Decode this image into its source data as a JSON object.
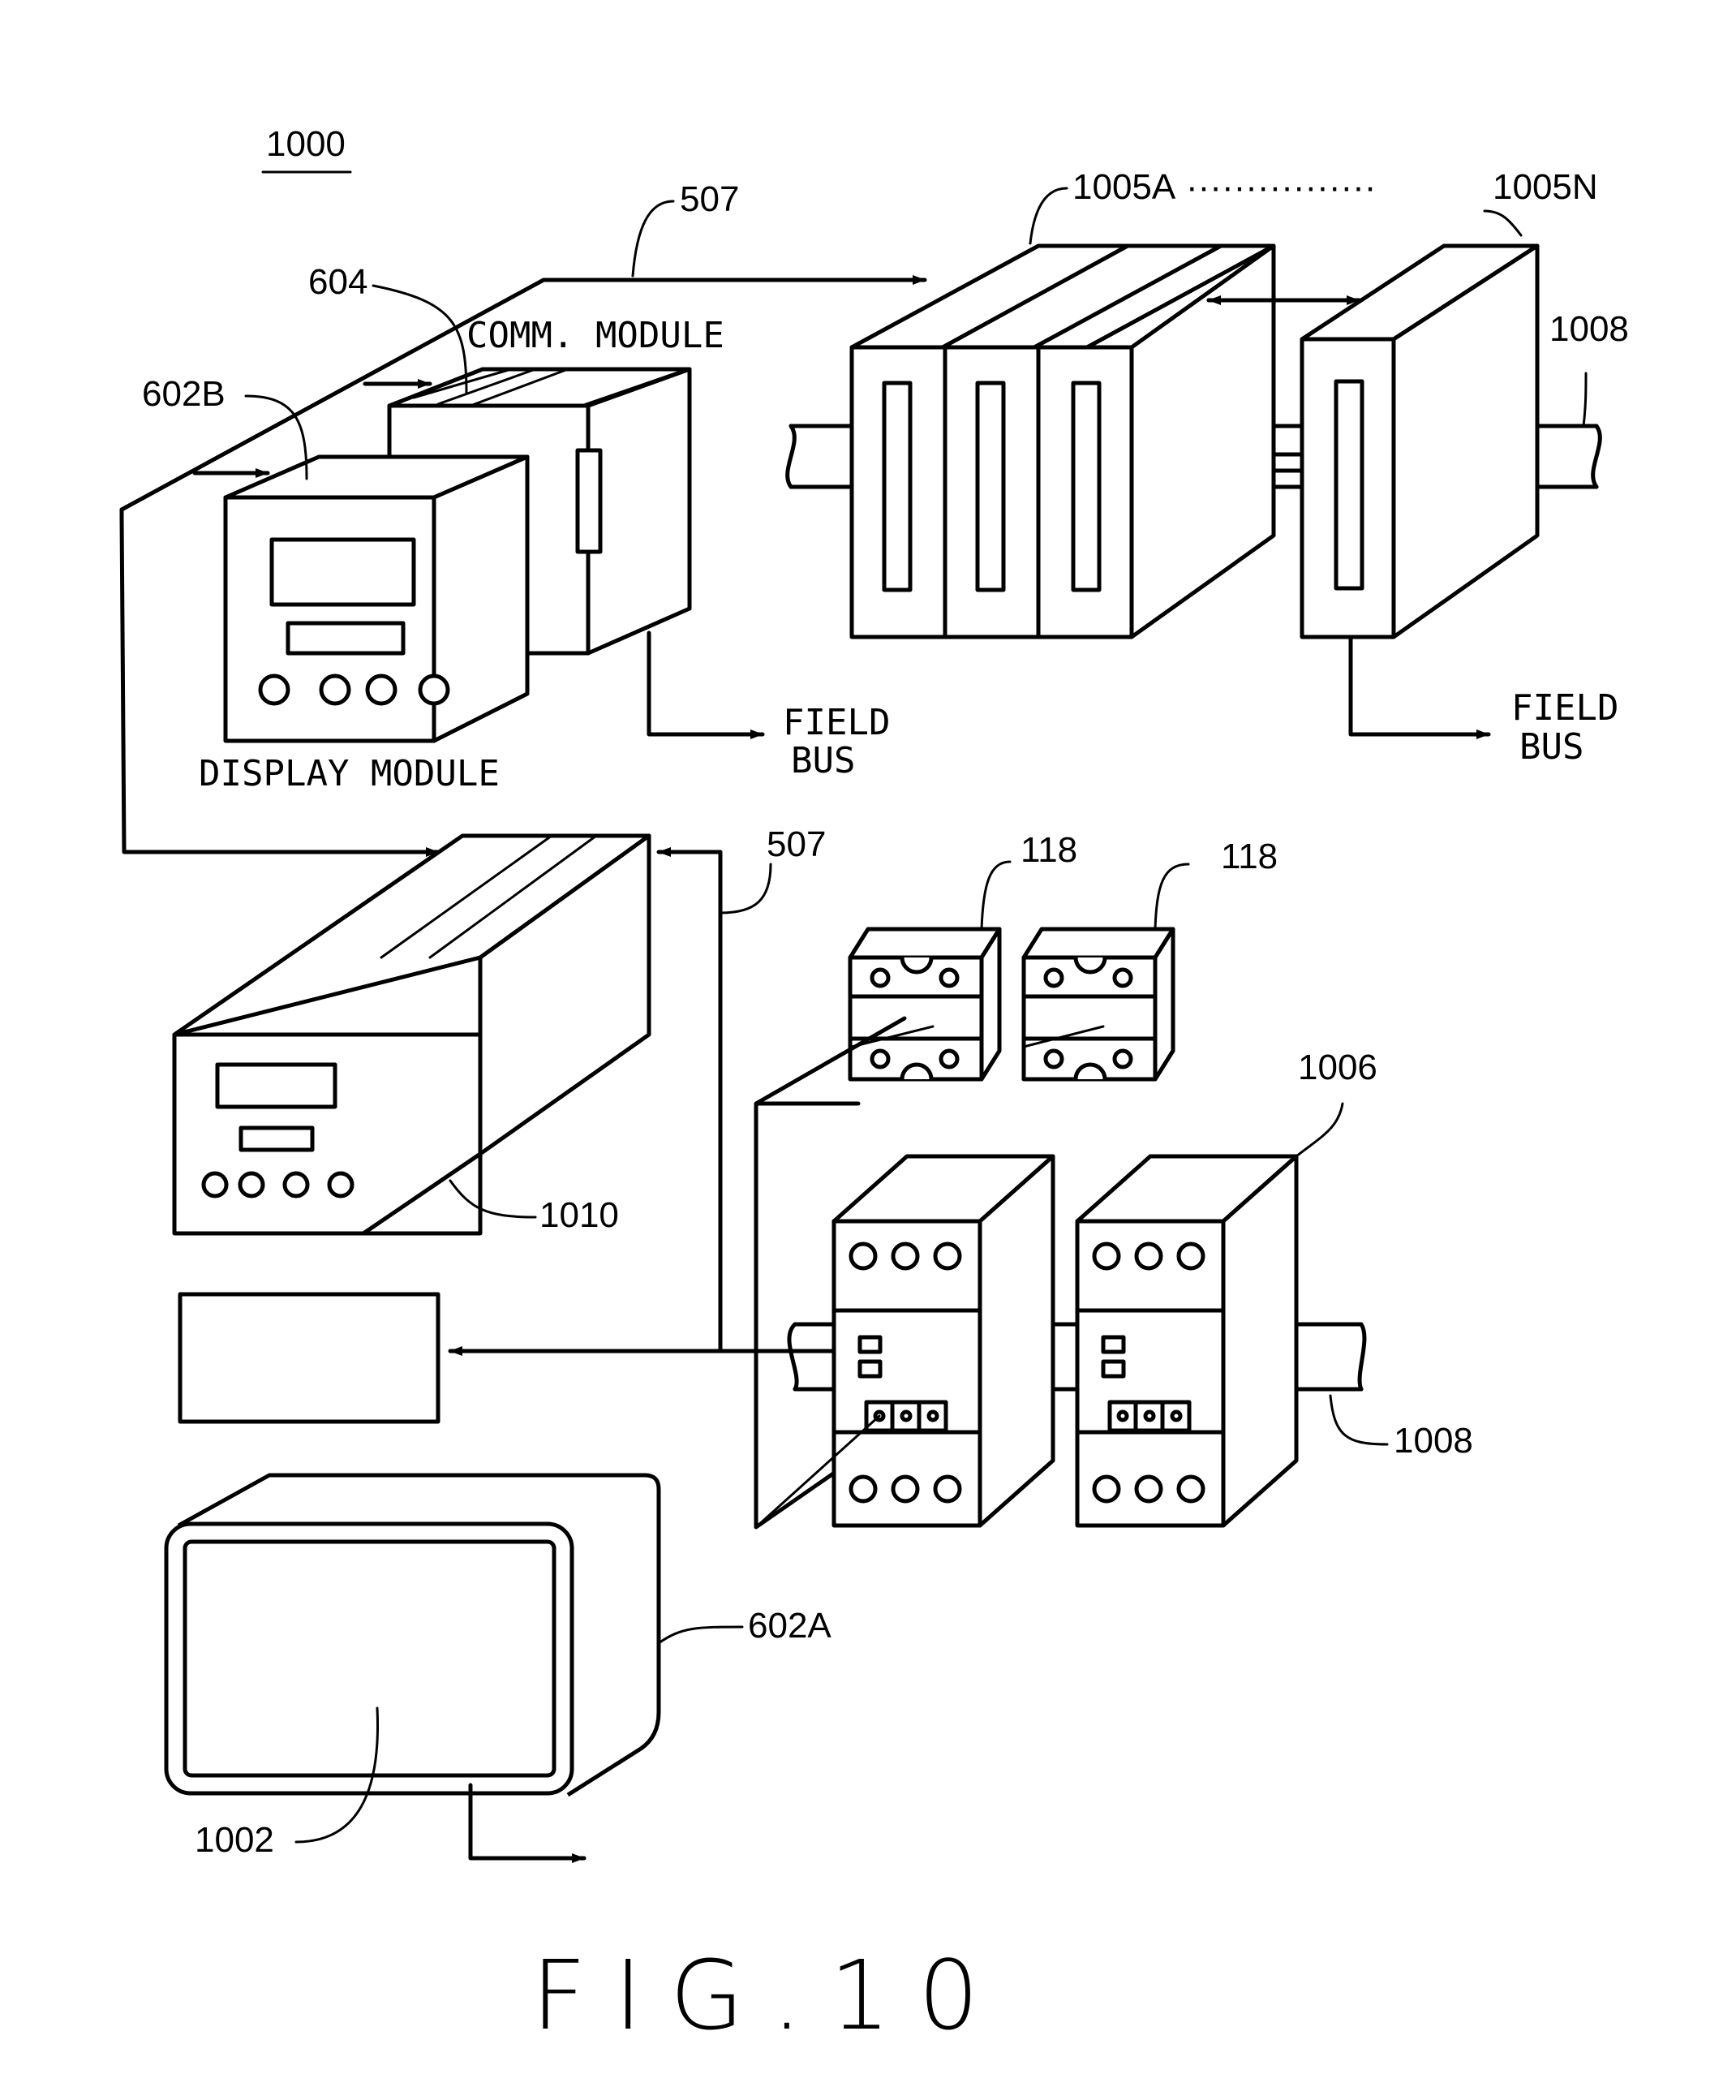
{
  "figure": {
    "ref": "1000",
    "caption": "FIG.10"
  },
  "labels": {
    "bus_top": "507",
    "bus_mid": "507",
    "comm_ref": "604",
    "comm_name": "COMM. MODULE",
    "display_ref": "602B",
    "display_name": "DISPLAY MODULE",
    "io_first": "1005A",
    "io_dots": "················",
    "io_last": "1005N",
    "rail_top": "1008",
    "rail_bottom": "1008",
    "fieldbus_left_1": "FIELD",
    "fieldbus_left_2": "BUS",
    "fieldbus_right_1": "FIELD",
    "fieldbus_right_2": "BUS",
    "relay_a": "118",
    "relay_b": "118",
    "controller": "1010",
    "contactor": "1006",
    "terminal": "602A",
    "screen": "1002"
  }
}
